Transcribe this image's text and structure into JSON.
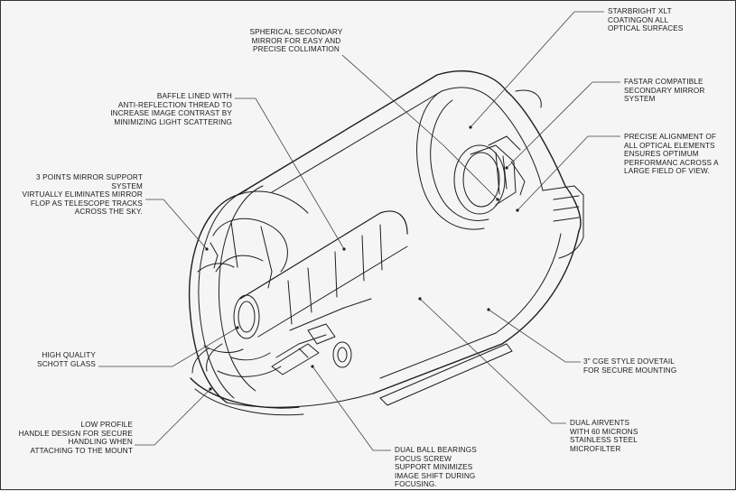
{
  "callouts": {
    "spherical_secondary": "SPHERICAL SECONDARY\nMIRROR FOR EASY AND\nPRECISE COLLIMATION",
    "starbright": "STARBRIGHT XLT\nCOATINGON ALL\nOPTICAL SURFACES",
    "baffle": "BAFFLE  LINED WITH\nANTI-REFLECTION THREAD TO\nINCREASE IMAGE CONTRAST BY\nMINIMIZING LIGHT SCATTERING",
    "fastar": "FASTAR COMPATIBLE\nSECONDARY MIRROR\nSYSTEM",
    "precise_alignment": "PRECISE ALIGNMENT OF\nALL OPTICAL ELEMENTS\nENSURES OPTIMUM\nPERFORMANC ACROSS A\nLARGE FIELD OF VIEW.",
    "mirror_support": "3 POINTS MIRROR SUPPORT SYSTEM\nVIRTUALLY ELIMINATES MIRROR\nFLOP AS TELESCOPE TRACKS\nACROSS THE SKY.",
    "schott_glass": "HIGH QUALITY\nSCHOTT GLASS",
    "dovetail": "3\" CGE STYLE DOVETAIL\nFOR SECURE MOUNTING",
    "handle": "LOW PROFILE\nHANDLE DESIGN FOR SECURE\nHANDLING WHEN\nATTACHING TO THE MOUNT",
    "airvents": "DUAL AIRVENTS\nWITH 60 MICRONS\nSTAINLESS STEEL\nMICROFILTER",
    "ball_bearings": "DUAL BALL BEARINGS\nFOCUS SCREW\nSUPPORT MINIMIZES\nIMAGE SHIFT DURING\nFOCUSING."
  },
  "colors": {
    "line": "#1e1e1e",
    "leader": "#444444",
    "shade": "#e2e2e2"
  }
}
